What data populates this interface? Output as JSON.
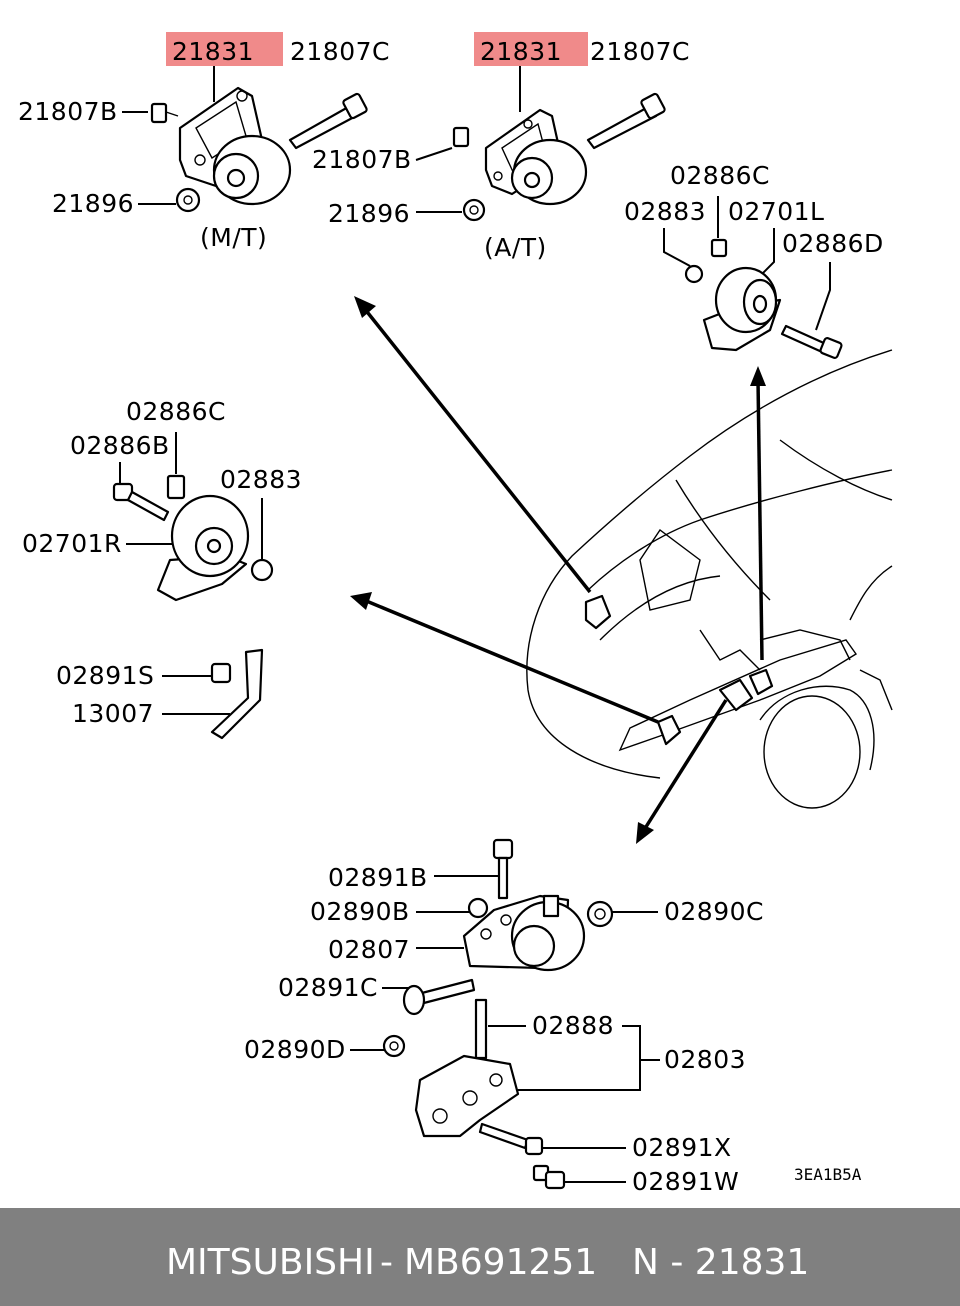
{
  "diagram": {
    "code": "3EA1B5A",
    "labels": {
      "mt_21831": "21831",
      "mt_21807C": "21807C",
      "mt_21807B": "21807B",
      "mt_21896": "21896",
      "mt_caption": "(M/T)",
      "at_21831": "21831",
      "at_21807C": "21807C",
      "at_21807B": "21807B",
      "at_21896": "21896",
      "at_caption": "(A/T)",
      "l_02886C": "02886C",
      "l_02883": "02883",
      "l_02701L": "02701L",
      "l_02886D": "02886D",
      "r_02886C": "02886C",
      "r_02886B": "02886B",
      "r_02883": "02883",
      "r_02701R": "02701R",
      "s_02891S": "02891S",
      "s_13007": "13007",
      "b_02891B": "02891B",
      "b_02890B": "02890B",
      "b_02890C": "02890C",
      "b_02807": "02807",
      "b_02891C": "02891C",
      "b_02888": "02888",
      "b_02890D": "02890D",
      "b_02803": "02803",
      "b_02891X": "02891X",
      "b_02891W": "02891W"
    },
    "highlight_color": "#f08a8a"
  },
  "footer": {
    "brand": "MITSUBISHI",
    "part_number": "MB691251",
    "ref": "N - 21831",
    "background": "#808080"
  }
}
